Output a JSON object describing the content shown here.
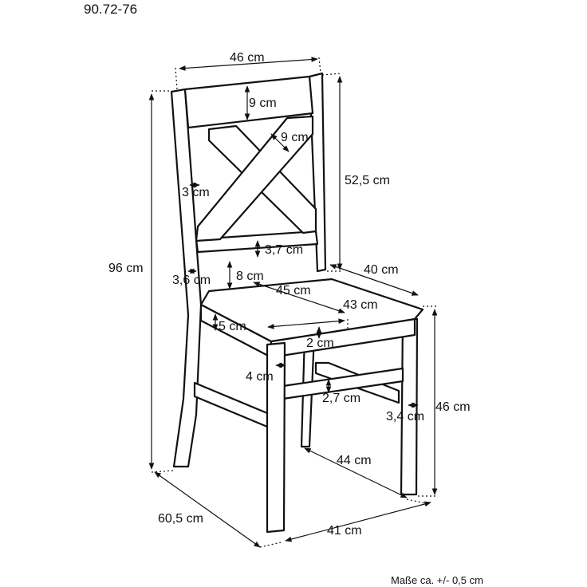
{
  "product_code": "90.72-76",
  "tolerance_note": "Maße ca. +/- 0,5 cm",
  "dimensions": {
    "backrest_width": "46 cm",
    "top_rail_height": "9 cm",
    "cross_slat_width": "9 cm",
    "backrest_height": "52,5 cm",
    "post_inner_gap": "3 cm",
    "lower_rail_height": "3,7 cm",
    "total_height": "96 cm",
    "seat_depth_side": "40 cm",
    "post_thickness": "3,6 cm",
    "back_gap": "8 cm",
    "seat_width_top": "45 cm",
    "seat_depth_top": "43 cm",
    "apron_height": "5 cm",
    "seat_thickness": "2 cm",
    "leg_width": "4 cm",
    "stretcher_height": "2,7 cm",
    "seat_height": "46 cm",
    "stretcher_offset": "3,4 cm",
    "leg_span_depth": "44 cm",
    "total_depth": "60,5 cm",
    "total_width": "41 cm"
  }
}
